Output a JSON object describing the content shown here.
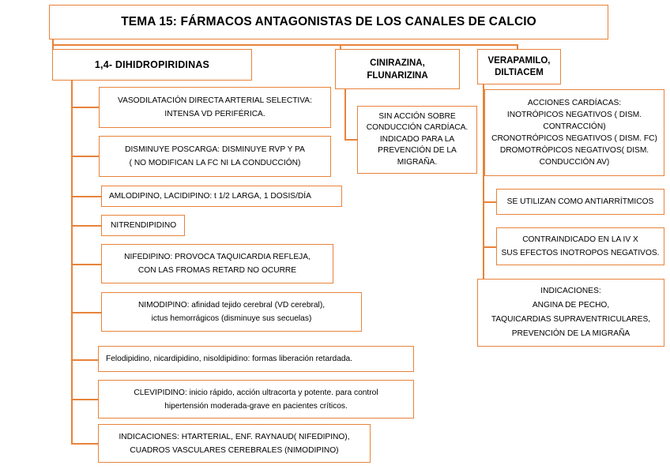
{
  "title": {
    "text": "TEMA 15: FÁRMACOS ANTAGONISTAS DE LOS CANALES DE CALCIO"
  },
  "accent_color": "#E8833A",
  "background_color": "#FFFFFF",
  "text_color": "#000000",
  "branches": {
    "dihidropiridinas": {
      "header": "1,4- DIHIDROPIRIDINAS",
      "items": [
        {
          "lines": [
            "VASODILATACIÓN DIRECTA ARTERIAL SELECTIVA:",
            "INTENSA VD PERIFÉRICA."
          ]
        },
        {
          "lines": [
            "DISMINUYE POSCARGA: DISMINUYE RVP Y PA",
            "( NO MODIFICAN LA FC NI LA CONDUCCIÓN)"
          ]
        },
        {
          "lines": [
            "AMLODIPINO, LACIDIPINO:  t 1/2 LARGA, 1 DOSIS/DÍA"
          ]
        },
        {
          "lines": [
            "NITRENDIPIDINO"
          ]
        },
        {
          "lines": [
            "NIFEDIPINO: PROVOCA TAQUICARDIA REFLEJA,",
            "CON LAS FROMAS RETARD NO OCURRE"
          ]
        },
        {
          "lines": [
            "NIMODIPINO:  afinidad tejido cerebral (VD cerebral),",
            "ictus hemorrágicos (disminuye sus secuelas)"
          ]
        },
        {
          "lines": [
            "Felodipidino, nicardipidino, nisoldipidino: formas liberación retardada."
          ]
        },
        {
          "lines": [
            "CLEVIPIDINO: inicio rápido, acción ultracorta y potente. para control",
            "hipertensión moderada-grave en pacientes críticos."
          ]
        },
        {
          "lines": [
            "INDICACIONES: HTARTERIAL, ENF. RAYNAUD( NIFEDIPINO),",
            "CUADROS VASCULARES CEREBRALES (NIMODIPINO)"
          ]
        }
      ]
    },
    "cinirazina": {
      "header_lines": [
        "CINIRAZINA,",
        "FLUNARIZINA"
      ],
      "items": [
        {
          "lines": [
            "SIN ACCIÓN SOBRE",
            "CONDUCCIÓN CARDÍACA.",
            "INDICADO PARA LA",
            "PREVENCIÓN DE LA",
            "MIGRAÑA."
          ]
        }
      ]
    },
    "verapamilo": {
      "header_lines": [
        "VERAPAMILO,",
        "DILTIACEM"
      ],
      "items": [
        {
          "lines": [
            "ACCIONES CARDÍACAS:",
            "INOTRÓPICOS  NEGATIVOS ( DISM. CONTRACCIÓN)",
            "CRONOTRÓPICOS NEGATIVOS ( DISM. FC)",
            "DROMOTRÓPICOS NEGATIVOS( DISM. CONDUCCIÓN AV)"
          ]
        },
        {
          "lines": [
            "SE UTILIZAN COMO ANTIARRÍTMICOS"
          ]
        },
        {
          "lines": [
            "CONTRAINDICADO EN LA IV X",
            "SUS EFECTOS INOTROPOS NEGATIVOS."
          ]
        },
        {
          "lines": [
            "INDICACIONES:",
            "ANGINA DE PECHO,",
            "TAQUICARDIAS SUPRAVENTRICULARES,",
            "PREVENCIÓN DE LA MIGRAÑA"
          ]
        }
      ]
    }
  }
}
